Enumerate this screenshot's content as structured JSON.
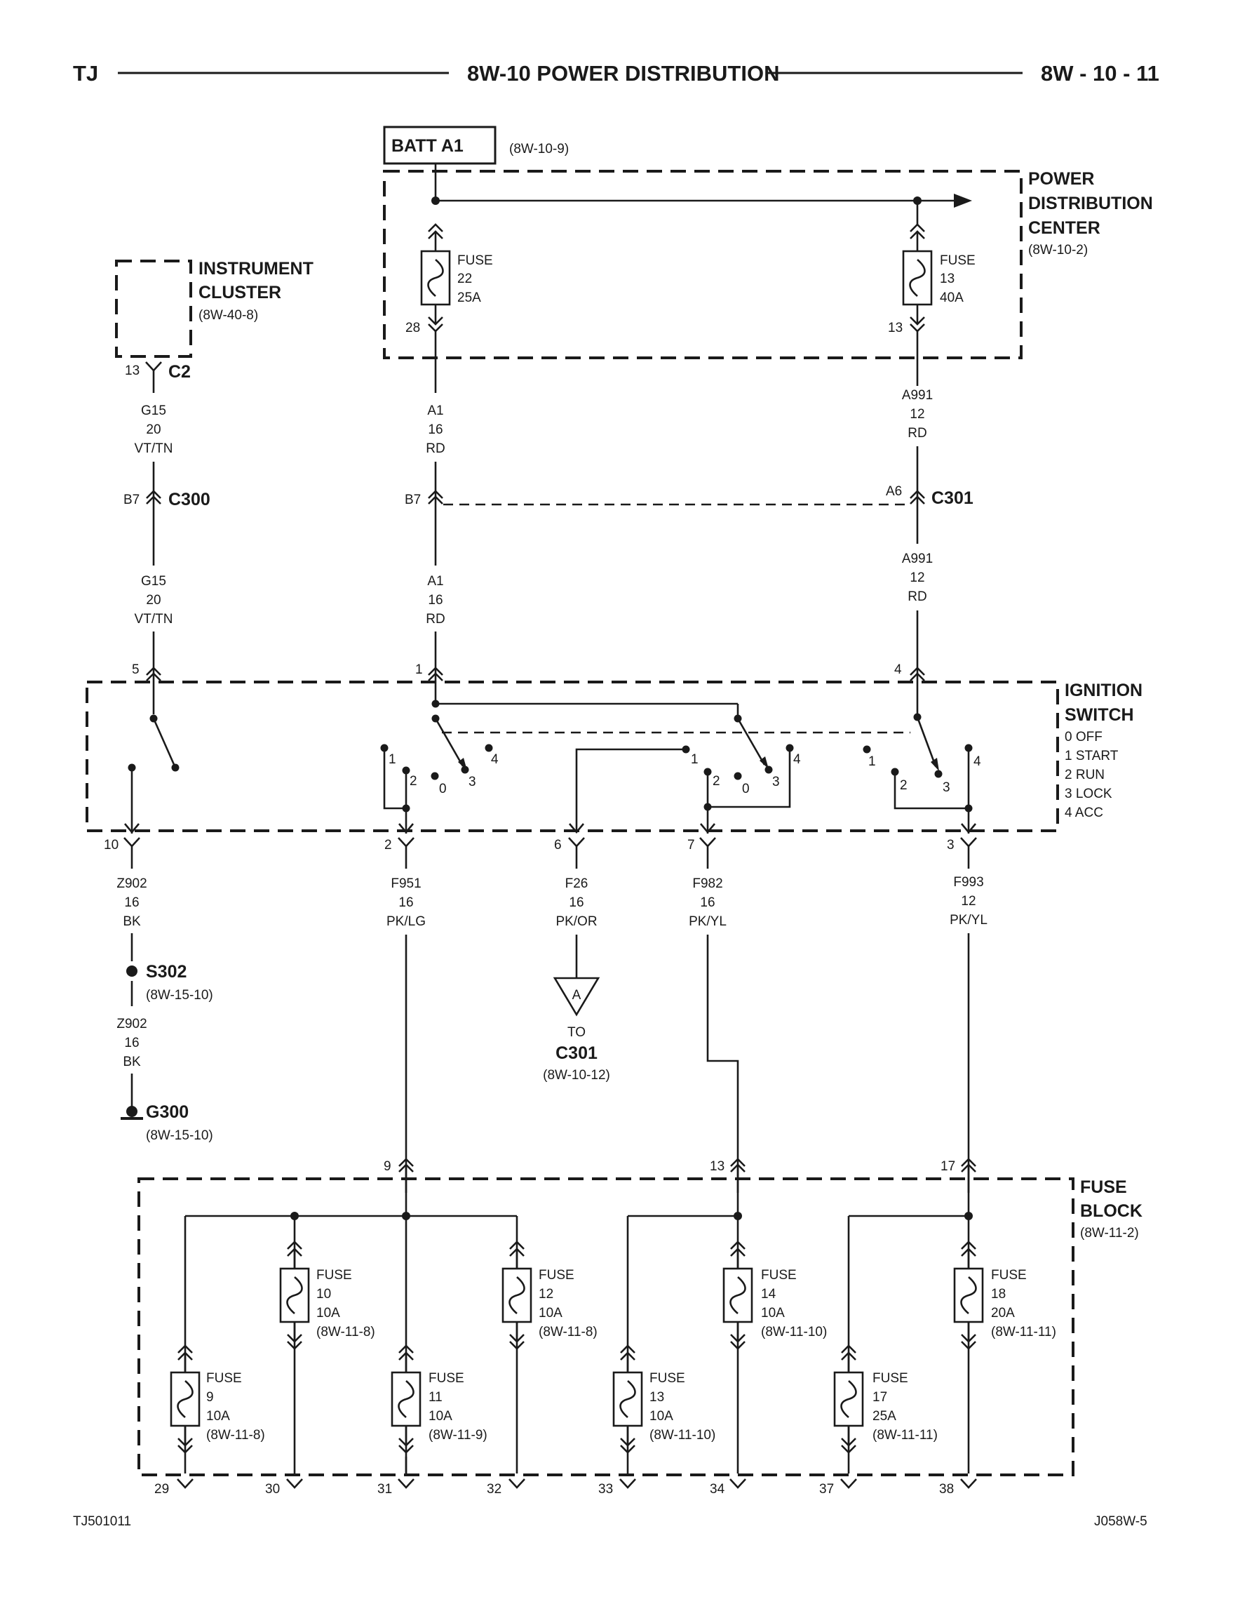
{
  "header": {
    "left": "TJ",
    "title": "8W-10 POWER DISTRIBUTION",
    "right": "8W - 10 - 11"
  },
  "footer": {
    "left": "TJ501011",
    "right": "J058W-5"
  },
  "batt": {
    "label": "BATT A1",
    "ref": "(8W-10-9)"
  },
  "pdc": {
    "title": [
      "POWER",
      "DISTRIBUTION",
      "CENTER"
    ],
    "ref": "(8W-10-2)",
    "fuses": [
      {
        "name": "FUSE",
        "num": "22",
        "amps": "25A",
        "pin": "28"
      },
      {
        "name": "FUSE",
        "num": "13",
        "amps": "40A",
        "pin": "13"
      }
    ]
  },
  "cluster": {
    "title": [
      "INSTRUMENT",
      "CLUSTER"
    ],
    "ref": "(8W-40-8)",
    "pin": "13",
    "connector": "C2"
  },
  "wires": {
    "g15_top": [
      "G15",
      "20",
      "VT/TN"
    ],
    "g15_bot": [
      "G15",
      "20",
      "VT/TN"
    ],
    "a1_top": [
      "A1",
      "16",
      "RD"
    ],
    "a1_bot": [
      "A1",
      "16",
      "RD"
    ],
    "a991_top": [
      "A991",
      "12",
      "RD"
    ],
    "a991_bot": [
      "A991",
      "12",
      "RD"
    ],
    "z902_top": [
      "Z902",
      "16",
      "BK"
    ],
    "z902_bot": [
      "Z902",
      "16",
      "BK"
    ],
    "f951": [
      "F951",
      "16",
      "PK/LG"
    ],
    "f26": [
      "F26",
      "16",
      "PK/OR"
    ],
    "f982": [
      "F982",
      "16",
      "PK/YL"
    ],
    "f993": [
      "F993",
      "12",
      "PK/YL"
    ]
  },
  "connectors": {
    "c300": {
      "name": "C300",
      "pin_left": "B7",
      "pin_mid": "B7"
    },
    "c301": {
      "name": "C301",
      "pin": "A6"
    }
  },
  "ignition": {
    "title": [
      "IGNITION",
      "SWITCH"
    ],
    "legend": [
      "0 OFF",
      "1 START",
      "2 RUN",
      "3 LOCK",
      "4 ACC"
    ],
    "top_pins": [
      "5",
      "1",
      "4"
    ],
    "bottom_pins": [
      "10",
      "2",
      "6",
      "7",
      "3"
    ],
    "contacts_a": [
      "1",
      "2",
      "0",
      "3",
      "4"
    ],
    "contacts_b": [
      "1",
      "2",
      "0",
      "3",
      "4"
    ],
    "contacts_c": [
      "1",
      "2",
      "3",
      "4"
    ]
  },
  "splice": {
    "name": "S302",
    "ref": "(8W-15-10)"
  },
  "ground": {
    "name": "G300",
    "ref": "(8W-15-10)"
  },
  "offpage": {
    "letter": "A",
    "to": "TO",
    "dest": "C301",
    "ref": "(8W-10-12)"
  },
  "fuse_block": {
    "title": [
      "FUSE",
      "BLOCK"
    ],
    "ref": "(8W-11-2)",
    "input_pins": [
      "9",
      "13",
      "17"
    ],
    "fuses": [
      {
        "name": "FUSE",
        "num": "9",
        "amps": "10A",
        "ref": "(8W-11-8)",
        "pin": "29"
      },
      {
        "name": "FUSE",
        "num": "10",
        "amps": "10A",
        "ref": "(8W-11-8)",
        "pin": "30"
      },
      {
        "name": "FUSE",
        "num": "11",
        "amps": "10A",
        "ref": "(8W-11-9)",
        "pin": "31"
      },
      {
        "name": "FUSE",
        "num": "12",
        "amps": "10A",
        "ref": "(8W-11-8)",
        "pin": "32"
      },
      {
        "name": "FUSE",
        "num": "13",
        "amps": "10A",
        "ref": "(8W-11-10)",
        "pin": "33"
      },
      {
        "name": "FUSE",
        "num": "14",
        "amps": "10A",
        "ref": "(8W-11-10)",
        "pin": "34"
      },
      {
        "name": "FUSE",
        "num": "17",
        "amps": "25A",
        "ref": "(8W-11-11)",
        "pin": "37"
      },
      {
        "name": "FUSE",
        "num": "18",
        "amps": "20A",
        "ref": "(8W-11-11)",
        "pin": "38"
      }
    ]
  }
}
